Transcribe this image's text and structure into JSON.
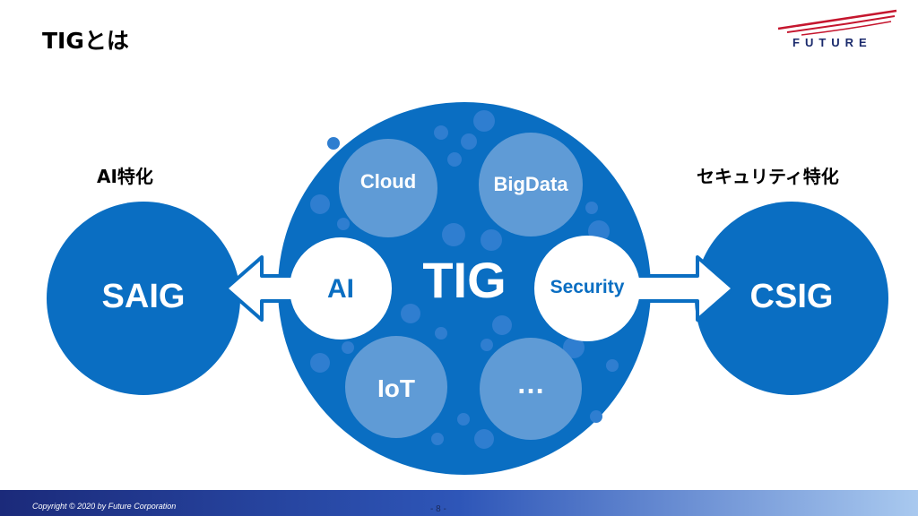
{
  "header": {
    "title": "TIGとは",
    "logo_text": "FUTURE"
  },
  "left": {
    "caption": "AI特化",
    "name": "SAIG"
  },
  "right": {
    "caption": "セキュリティ特化",
    "name": "CSIG"
  },
  "center": {
    "name": "TIG",
    "bubbles": {
      "cloud": "Cloud",
      "bigdata": "BigData",
      "ai": "AI",
      "security": "Security",
      "iot": "IoT",
      "more": "…"
    }
  },
  "footer": {
    "copyright": "Copyright © 2020 by Future Corporation",
    "page": "- 8 -"
  },
  "colors": {
    "primary_blue": "#0a6ec2",
    "bubble_light": "#5f9bd6",
    "dot_blue": "#2f7ed0",
    "white": "#ffffff"
  }
}
